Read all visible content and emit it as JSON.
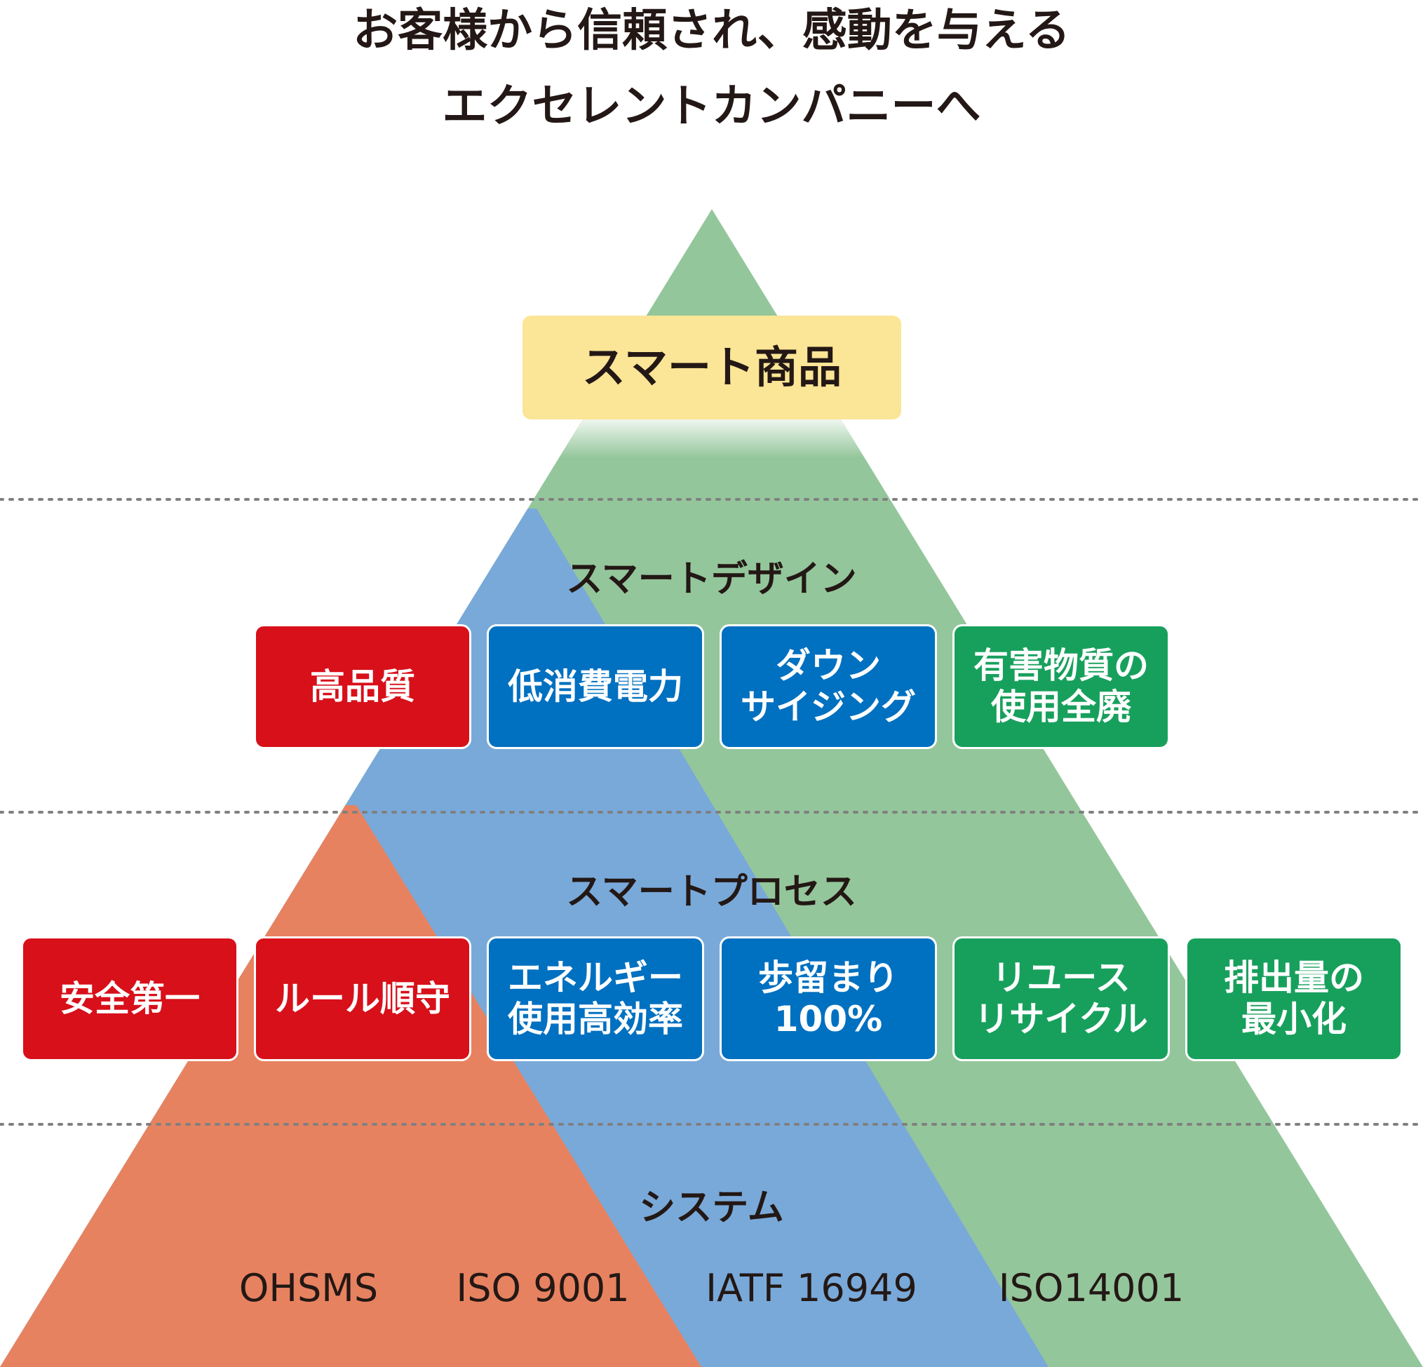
{
  "headline": {
    "line1": "お客様から信頼され、感動を与える",
    "line2": "エクセレントカンパニーへ"
  },
  "top": {
    "label": "スマート商品"
  },
  "design": {
    "title": "スマートデザイン",
    "items": [
      {
        "lines": [
          "高品質"
        ],
        "color": "#d7101a"
      },
      {
        "lines": [
          "低消費電力"
        ],
        "color": "#0070c0"
      },
      {
        "lines": [
          "ダウン",
          "サイジング"
        ],
        "color": "#0070c0"
      },
      {
        "lines": [
          "有害物質の",
          "使用全廃"
        ],
        "color": "#17a05c"
      }
    ]
  },
  "process": {
    "title": "スマートプロセス",
    "items": [
      {
        "lines": [
          "安全第一"
        ],
        "color": "#d7101a"
      },
      {
        "lines": [
          "ルール順守"
        ],
        "color": "#d7101a"
      },
      {
        "lines": [
          "エネルギー",
          "使用高効率"
        ],
        "color": "#0070c0"
      },
      {
        "lines": [
          "歩留まり",
          "100%"
        ],
        "color": "#0070c0"
      },
      {
        "lines": [
          "リユース",
          "リサイクル"
        ],
        "color": "#17a05c"
      },
      {
        "lines": [
          "排出量の",
          "最小化"
        ],
        "color": "#17a05c"
      }
    ]
  },
  "system": {
    "title": "システム",
    "standards": [
      "OHSMS",
      "ISO 9001",
      "IATF 16949",
      "ISO14001"
    ]
  },
  "colors": {
    "pyramid_green": "#94c69b",
    "pyramid_blue": "#79a9d9",
    "pyramid_orange": "#e78260",
    "top_box": "#fbe596",
    "box_red": "#d7101a",
    "box_blue": "#0070c0",
    "box_green": "#17a05c",
    "dotted_line": "#808080",
    "text": "#231815"
  }
}
